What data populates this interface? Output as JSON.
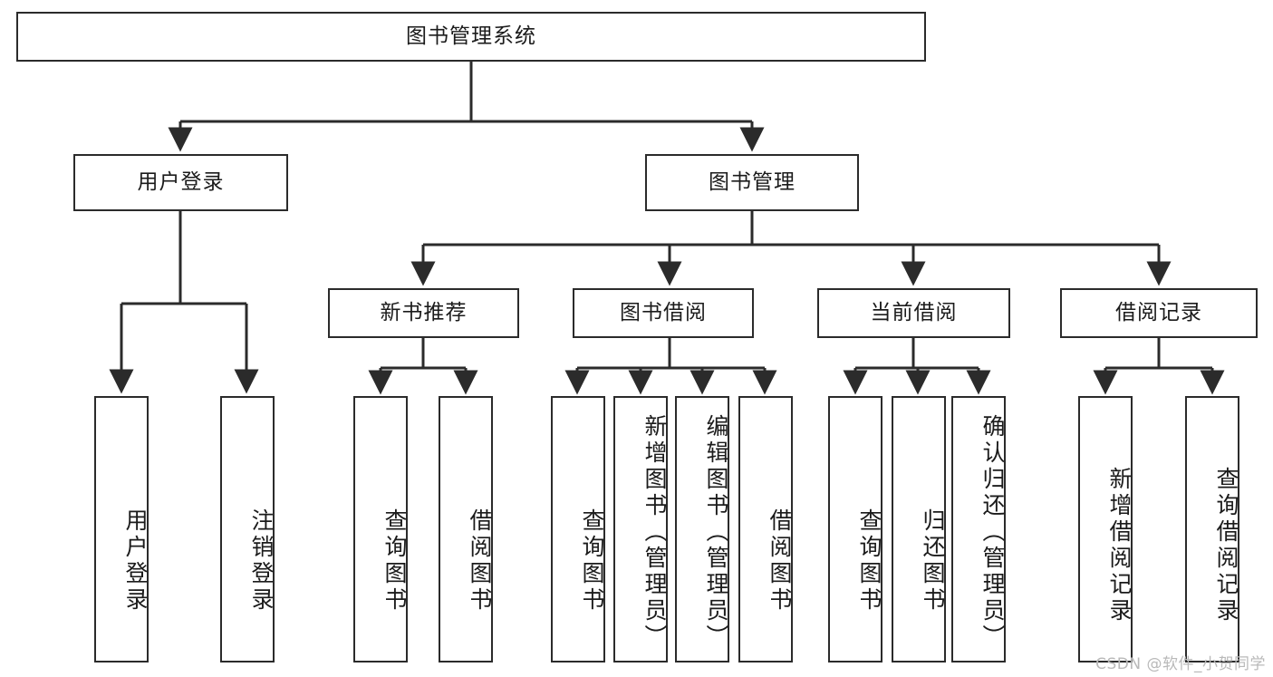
{
  "diagram": {
    "title": "图书管理系统",
    "type": "tree-hierarchy-diagram",
    "colors": {
      "box_border": "#2b2b2b",
      "box_fill": "#ffffff",
      "connector": "#2b2b2b",
      "background": "#ffffff",
      "watermark": "#b9b9b9"
    },
    "root": {
      "label": "图书管理系统"
    },
    "level2": [
      {
        "label": "用户登录"
      },
      {
        "label": "图书管理"
      }
    ],
    "level3": [
      {
        "label": "新书推荐"
      },
      {
        "label": "图书借阅"
      },
      {
        "label": "当前借阅"
      },
      {
        "label": "借阅记录"
      }
    ],
    "leaves": [
      {
        "label": "用户登录",
        "parent": "用户登录"
      },
      {
        "label": "注销登录",
        "parent": "用户登录"
      },
      {
        "label": "查询图书",
        "parent": "新书推荐"
      },
      {
        "label": "借阅图书",
        "parent": "新书推荐"
      },
      {
        "label": "查询图书",
        "parent": "图书借阅"
      },
      {
        "label": "新增图书（管理员）",
        "parent": "图书借阅"
      },
      {
        "label": "编辑图书（管理员）",
        "parent": "图书借阅"
      },
      {
        "label": "借阅图书",
        "parent": "图书借阅"
      },
      {
        "label": "查询图书",
        "parent": "当前借阅"
      },
      {
        "label": "归还图书",
        "parent": "当前借阅"
      },
      {
        "label": "确认归还（管理员）",
        "parent": "当前借阅"
      },
      {
        "label": "新增借阅记录",
        "parent": "借阅记录"
      },
      {
        "label": "查询借阅记录",
        "parent": "借阅记录"
      }
    ]
  },
  "watermark": {
    "text": "CSDN @软件_小贺同学"
  }
}
